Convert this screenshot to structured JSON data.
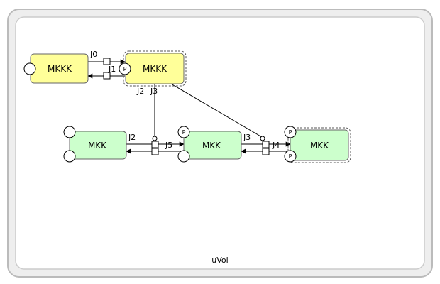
{
  "compartment": {
    "label": "uVol"
  },
  "nodes": {
    "mkkk_1": {
      "label": "MKKK",
      "fill": "#ffff99",
      "stroke": "#666666"
    },
    "mkkk_2": {
      "label": "MKKK",
      "fill": "#ffff99",
      "stroke": "#666666"
    },
    "mkk_1": {
      "label": "MKK",
      "fill": "#ccffcc",
      "stroke": "#666666"
    },
    "mkk_2": {
      "label": "MKK",
      "fill": "#ccffcc",
      "stroke": "#666666"
    },
    "mkk_3": {
      "label": "MKK",
      "fill": "#ccffcc",
      "stroke": "#666666"
    }
  },
  "joins": {
    "j0": "J0",
    "j1": "J1",
    "j2_top": "J2",
    "j3_top": "J3",
    "j2_mid": "J2",
    "j5": "J5",
    "j3_mid": "J3",
    "j4": "J4"
  },
  "ports": {
    "p_mkkk2": "P",
    "p_mkk2": "P",
    "p_mkk3_top": "P",
    "p_mkk3_bottom": "P"
  }
}
